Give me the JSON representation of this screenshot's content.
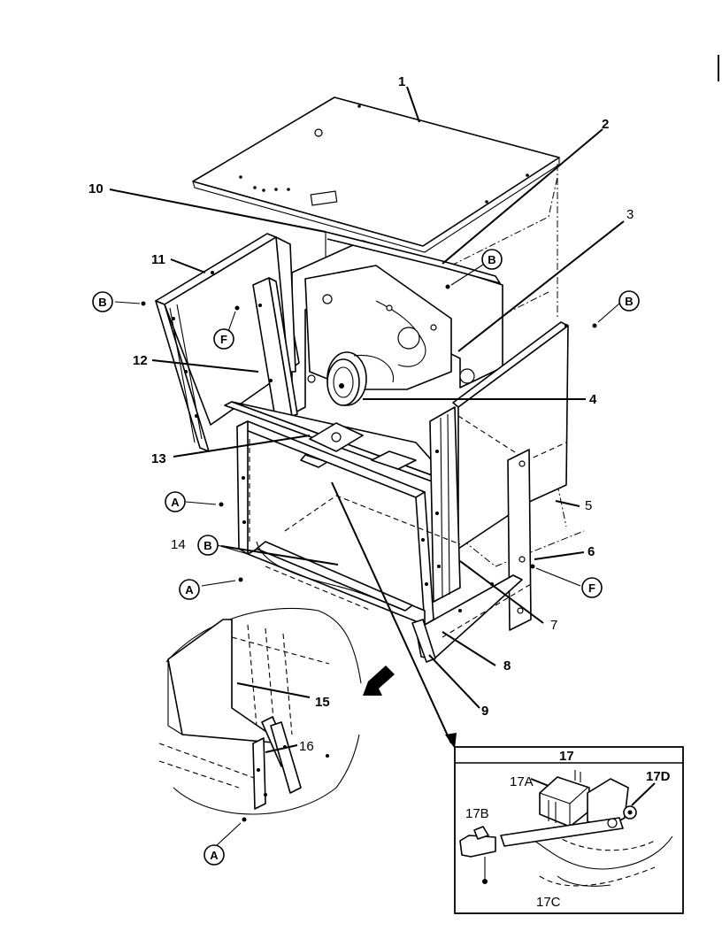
{
  "callouts": {
    "n1": "1",
    "n2": "2",
    "n3": "3",
    "n4": "4",
    "n5": "5",
    "n6": "6",
    "n7": "7",
    "n8": "8",
    "n9": "9",
    "n10": "10",
    "n11": "11",
    "n12": "12",
    "n13": "13",
    "n14": "14",
    "n15": "15",
    "n16": "16"
  },
  "circle_labels": {
    "b_top": "B",
    "b_left": "B",
    "b_right": "B",
    "b_lower": "B",
    "f_left": "F",
    "f_right": "F",
    "a_mid": "A",
    "a_lower": "A",
    "a_detail": "A"
  },
  "inset": {
    "title": "17",
    "labels": {
      "a": "17A",
      "b": "17B",
      "c": "17C",
      "d": "17D"
    }
  }
}
